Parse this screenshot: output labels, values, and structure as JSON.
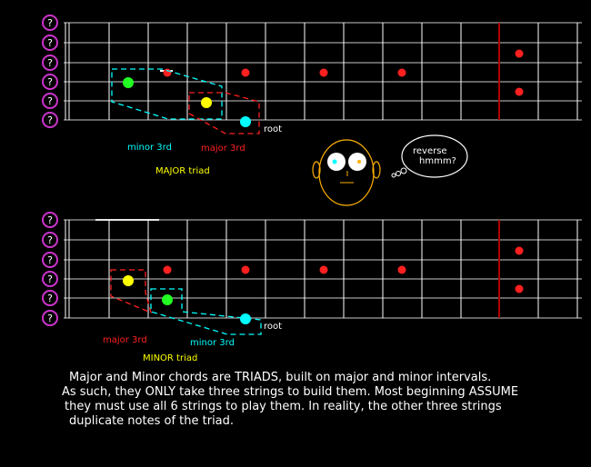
{
  "help_glyph": "?",
  "colors": {
    "background": "#000000",
    "fret": "#ffffff",
    "string": "#c8c8c8",
    "marker": "#ff2020",
    "minor": "#00ffff",
    "major": "#ffff00",
    "green": "#22ff22",
    "help_ring": "#cc33cc",
    "twelfth_fret": "#b00000",
    "face": "#ffb000"
  },
  "top_diagram": {
    "root_label": "root",
    "minor_third_label": "minor 3rd",
    "major_third_label": "major 3rd",
    "triad_label": "MAJOR triad"
  },
  "bottom_diagram": {
    "root_label": "root",
    "major_third_label": "major 3rd",
    "minor_third_label": "minor 3rd",
    "triad_label": "MINOR triad"
  },
  "thought_bubble": {
    "line1": "reverse",
    "line2": "hmmm?"
  },
  "explanation": [
    "Major and Minor chords are TRIADS, built on  major and minor intervals.",
    "As such, they ONLY take three strings to build them. Most beginning ASSUME",
    "they must use all 6 strings to play them. In reality, the other three strings",
    "duplicate notes of the triad."
  ]
}
